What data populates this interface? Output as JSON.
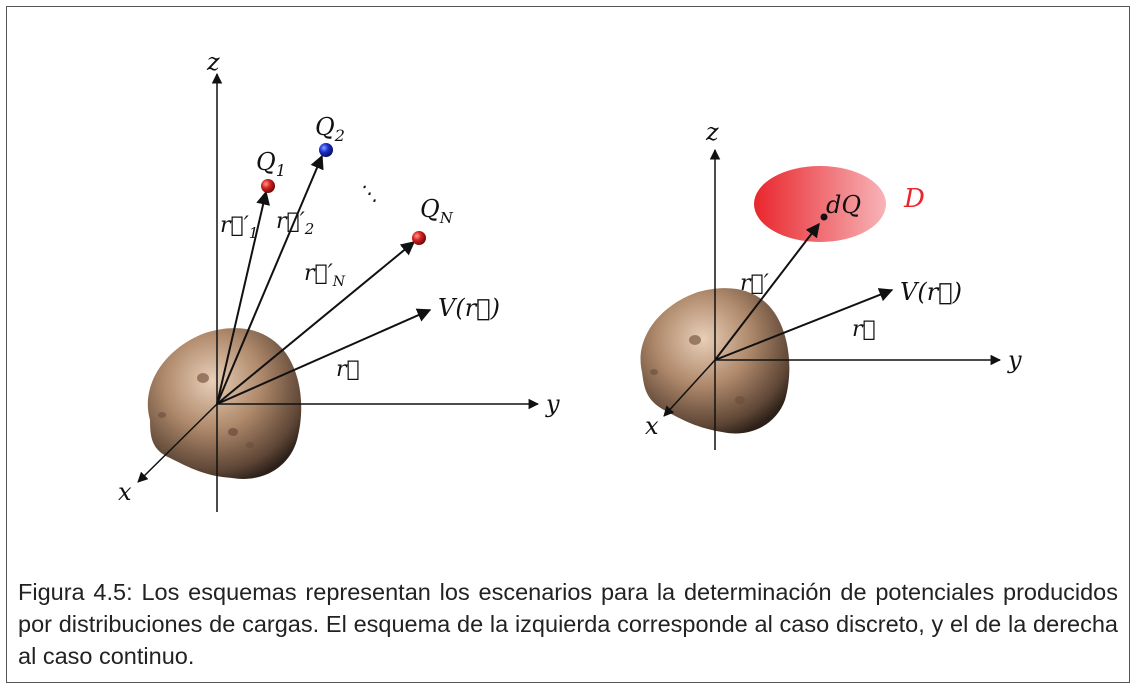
{
  "left_diagram": {
    "axis_z": "z",
    "axis_y": "y",
    "axis_x": "x",
    "charges": [
      {
        "letter": "Q",
        "sub": "1",
        "color": "#cc1a1a"
      },
      {
        "letter": "Q",
        "sub": "2",
        "color": "#1a2fcc"
      },
      {
        "letter": "Q",
        "sub": "N",
        "color": "#cc1a1a"
      }
    ],
    "vectors": [
      {
        "text": "r⃗′",
        "sub": "1"
      },
      {
        "text": "r⃗′",
        "sub": "2"
      },
      {
        "text": "r⃗′",
        "sub": "N"
      }
    ],
    "ellipsis": "⋱",
    "potential": "V(r⃗)",
    "r_label": "r⃗"
  },
  "right_diagram": {
    "axis_z": "z",
    "axis_y": "y",
    "axis_x": "x",
    "element": "dQ",
    "region": "D",
    "region_color": "#e8262c",
    "r_prime_label": "r⃗′",
    "potential": "V(r⃗)",
    "r_label": "r⃗"
  },
  "caption": {
    "prefix": "Figura 4.5:",
    "text": "Los esquemas representan los escenarios para la determinación de potenciales producidos por distribuciones de cargas. El esquema de la izquierda corresponde al caso discreto, y el de la derecha al caso continuo."
  }
}
